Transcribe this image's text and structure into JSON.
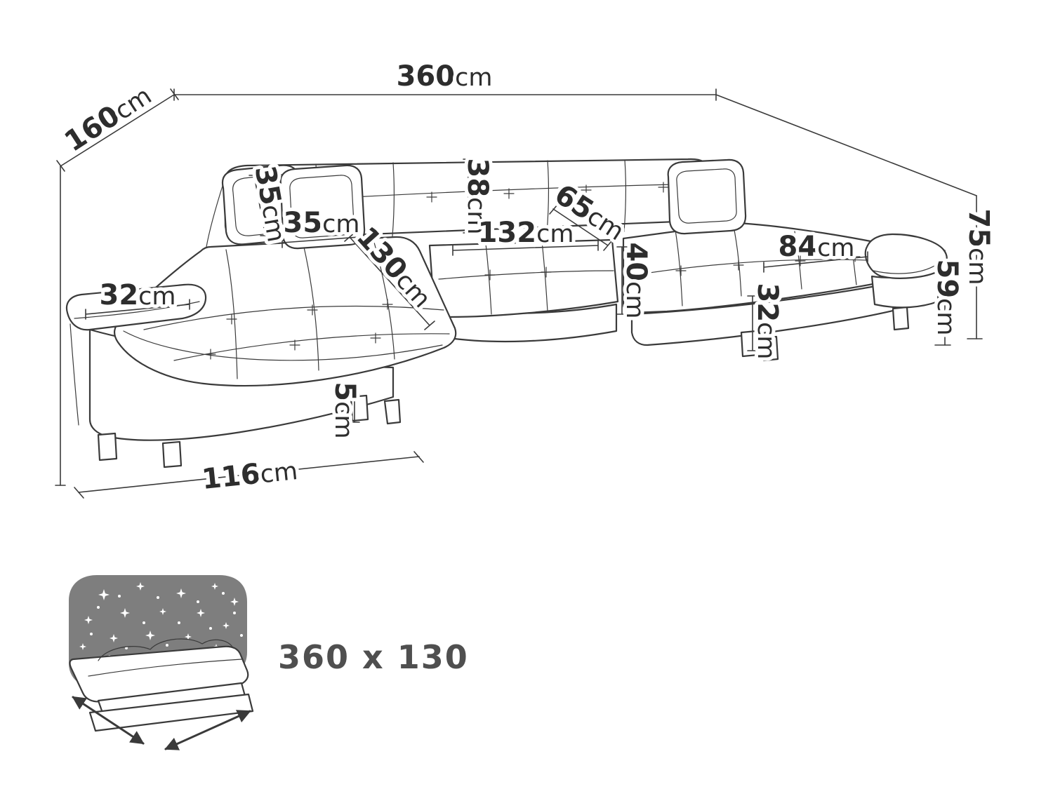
{
  "labels": {
    "width_total": {
      "value": "360",
      "unit": "cm"
    },
    "depth_left": {
      "value": "160",
      "unit": "cm"
    },
    "pillow_height": {
      "value": "35",
      "unit": "cm"
    },
    "pillow_width": {
      "value": "35",
      "unit": "cm"
    },
    "backrest_depth": {
      "value": "38",
      "unit": "cm"
    },
    "seat_depth": {
      "value": "65",
      "unit": "cm"
    },
    "chaise_length": {
      "value": "130",
      "unit": "cm"
    },
    "middle_seat_width": {
      "value": "132",
      "unit": "cm"
    },
    "seat_height": {
      "value": "40",
      "unit": "cm"
    },
    "right_seat_width": {
      "value": "84",
      "unit": "cm"
    },
    "back_height": {
      "value": "75",
      "unit": "cm"
    },
    "armrest_height": {
      "value": "59",
      "unit": "cm"
    },
    "armrest_width_left": {
      "value": "32",
      "unit": "cm"
    },
    "armrest_width_right": {
      "value": "32",
      "unit": "cm"
    },
    "leg_height": {
      "value": "5",
      "unit": "cm"
    },
    "front_depth_left": {
      "value": "116",
      "unit": "cm"
    }
  },
  "sleeping_size": {
    "text": "360 x 130"
  },
  "icons": {
    "sleep_function": "bed-with-starry-night-icon"
  },
  "colors": {
    "line": "#3a3a3a",
    "label_text": "#2d2d2d",
    "size_text": "#4f4f4f",
    "icon_gray": "#7e7e7e",
    "star": "#ffffff",
    "background": "#ffffff"
  }
}
